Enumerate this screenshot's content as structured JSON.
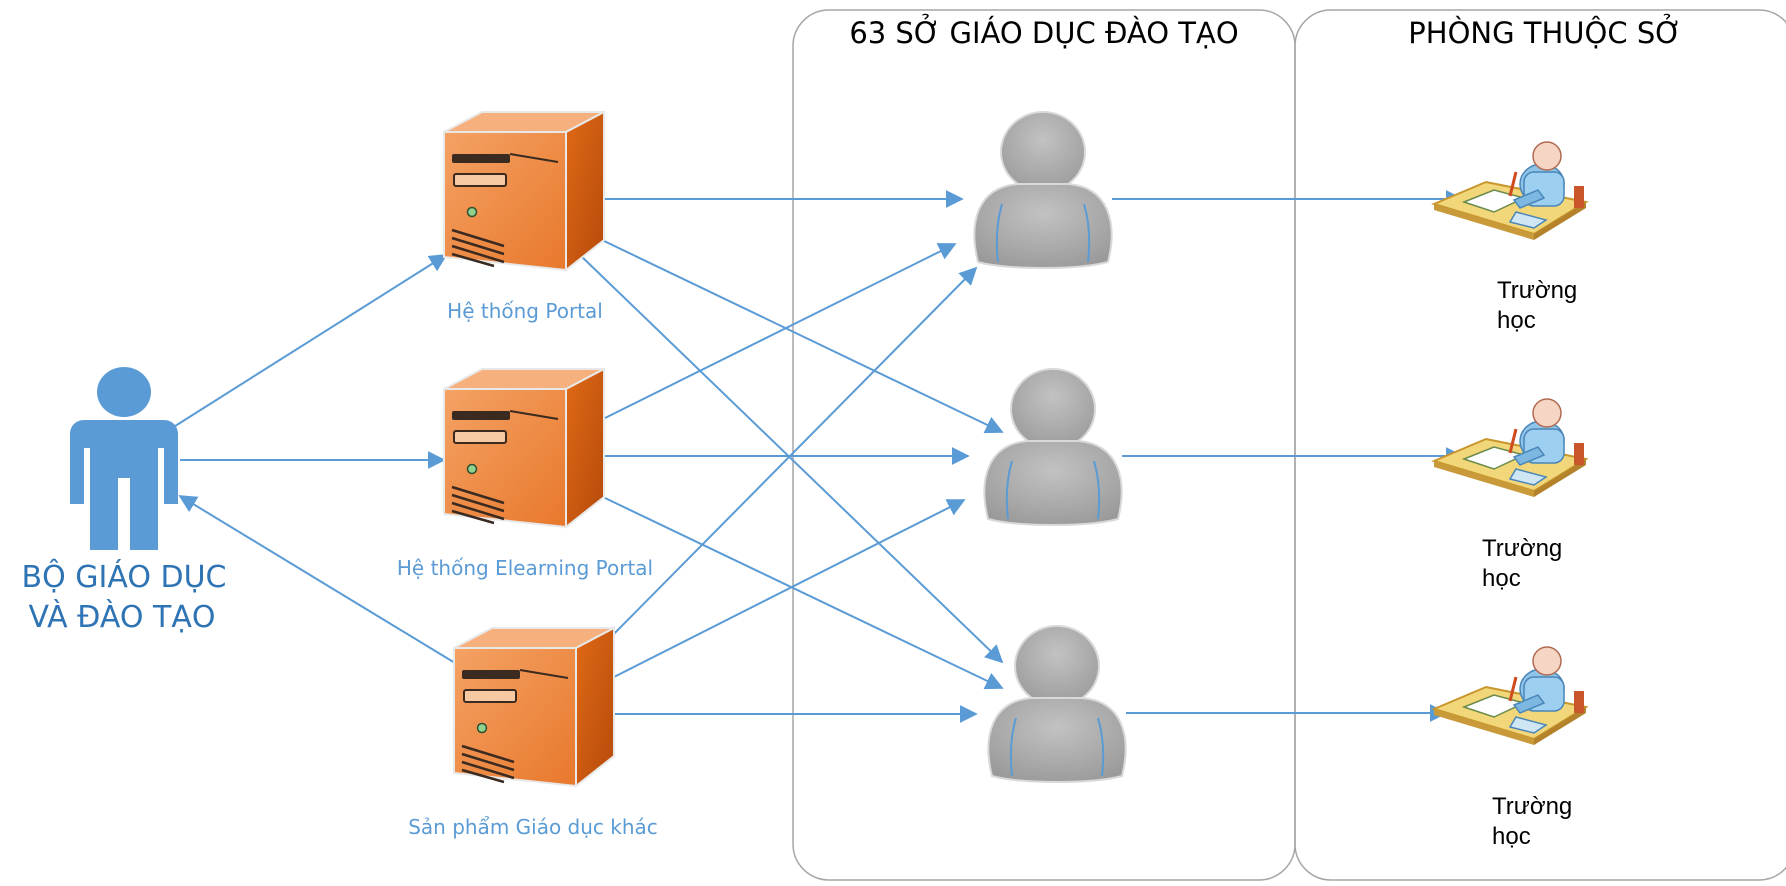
{
  "ministry": {
    "line1": "BỘ GIÁO DỤC",
    "line2": "VÀ ĐÀO TẠO"
  },
  "systems": [
    {
      "label": "Hệ thống Portal"
    },
    {
      "label": "Hệ thống Elearning Portal"
    },
    {
      "label": "Sản phẩm Giáo dục khác"
    }
  ],
  "panels": {
    "departments_title": "63 SỞ GIÁO DỤC ĐÀO TẠO",
    "offices_title": "PHÒNG THUỘC SỞ"
  },
  "schools": [
    {
      "line1": "Trường",
      "line2": "học"
    },
    {
      "line1": "Trường",
      "line2": "học"
    },
    {
      "line1": "Trường",
      "line2": "học"
    }
  ],
  "colors": {
    "arrow": "#5b9bd5",
    "server_front": "#f08a3e",
    "server_side": "#c9560f",
    "server_top": "#f5a56b",
    "person_gray": "#a6a6a6",
    "ministry_blue": "#5b9bd5"
  },
  "icons": [
    "person-icon",
    "server-icon",
    "user-silhouette-icon",
    "school-desk-icon"
  ]
}
